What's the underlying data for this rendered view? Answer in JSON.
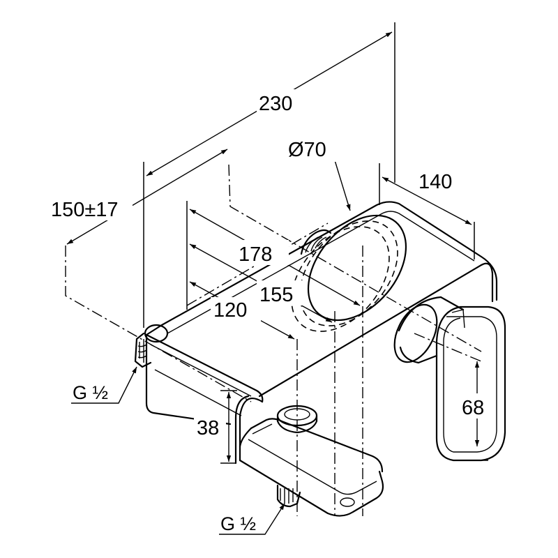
{
  "dimensions": {
    "overall_width": "230",
    "diameter": "Ø70",
    "depth": "140",
    "center_distance": "150±17",
    "spout_reach": "178",
    "diverter_offset": "155",
    "inlet_offset": "120",
    "body_height": "38",
    "handle_height": "68"
  },
  "threads": {
    "left_inlet": "G ½",
    "bottom_outlet": "G ½"
  }
}
